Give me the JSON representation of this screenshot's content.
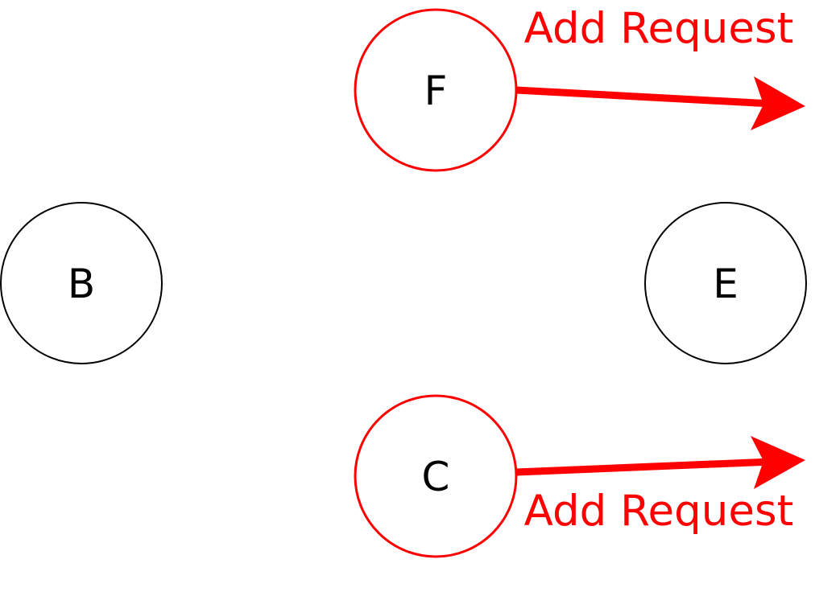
{
  "colors": {
    "highlight": "#ff0000",
    "default_stroke": "#000000",
    "text": "#000000"
  },
  "nodes": {
    "B": {
      "label": "B",
      "highlighted": false
    },
    "F": {
      "label": "F",
      "highlighted": true
    },
    "E": {
      "label": "E",
      "highlighted": false
    },
    "C": {
      "label": "C",
      "highlighted": true
    }
  },
  "arrows": {
    "from_F": {
      "label": "Add Request"
    },
    "from_C": {
      "label": "Add Request"
    }
  }
}
